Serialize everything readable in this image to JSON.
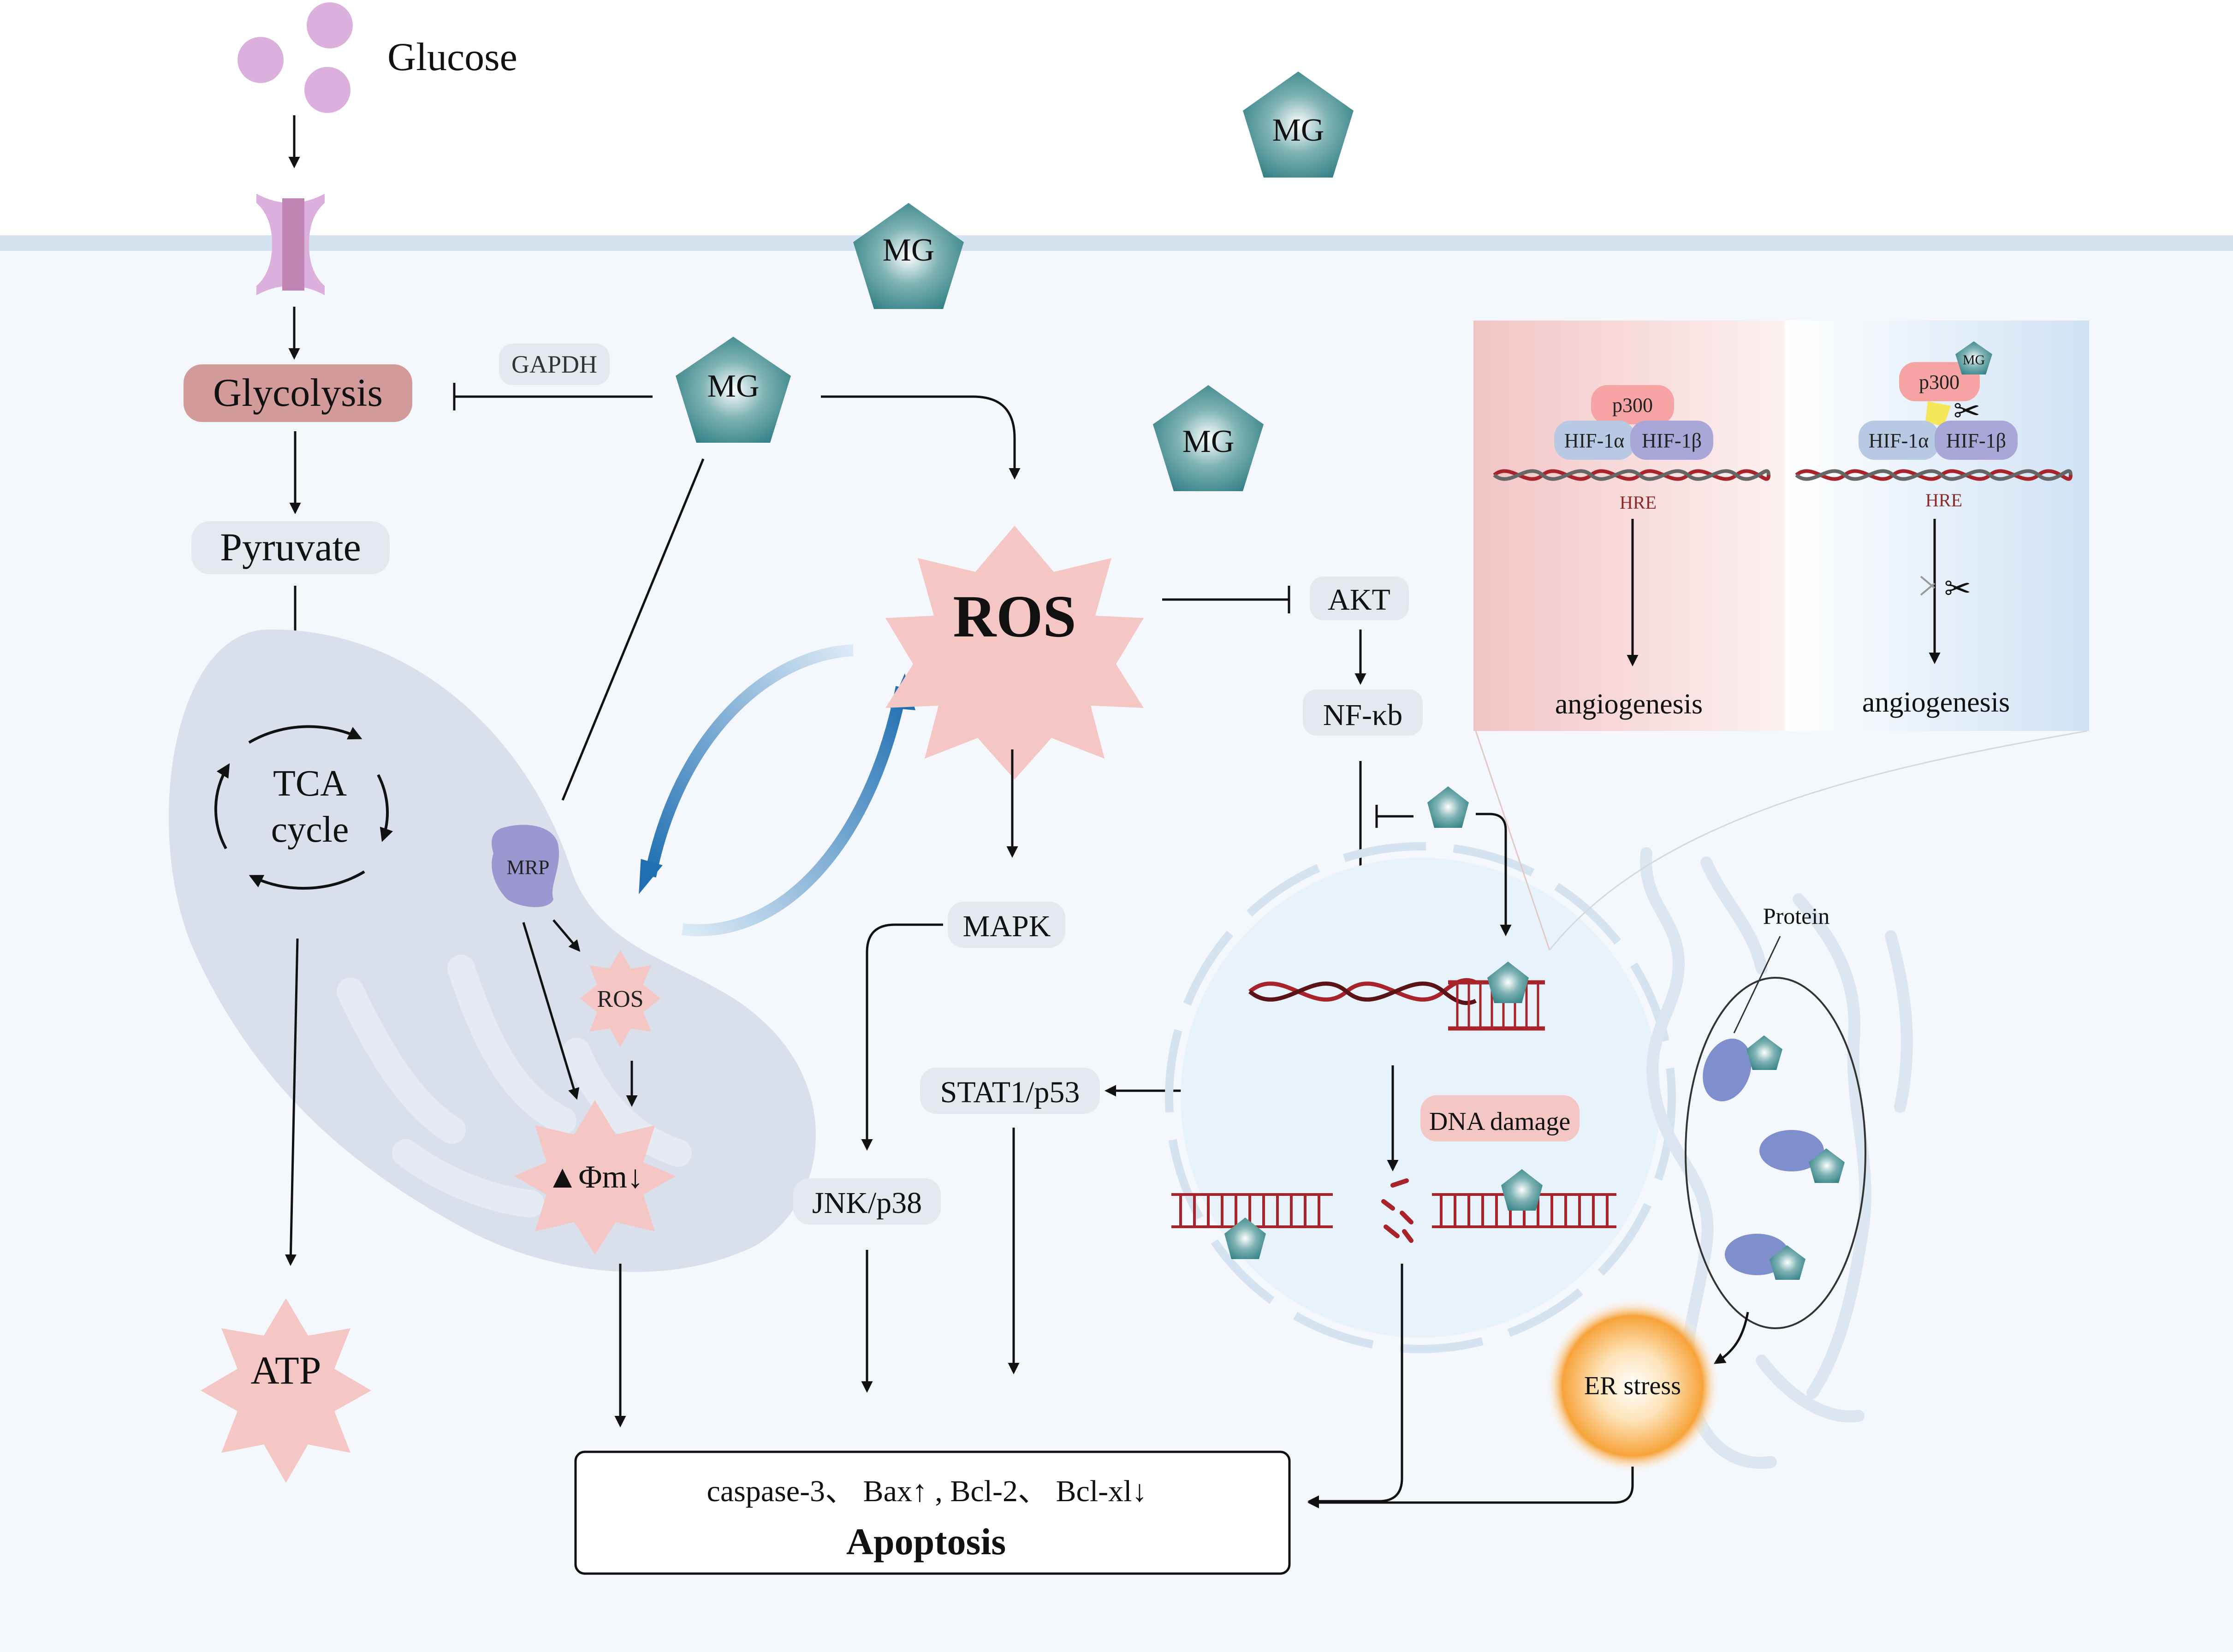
{
  "labels": {
    "glucose": "Glucose",
    "glycolysis": "Glycolysis",
    "gapdh": "GAPDH",
    "pyruvate": "Pyruvate",
    "tca_line1": "TCA",
    "tca_line2": "cycle",
    "atp": "ATP",
    "mrp": "MRP",
    "ros_small": "ROS",
    "phi_m": "▲Φm↓",
    "ros_main": "ROS",
    "mapk": "MAPK",
    "jnk_p38": "JNK/p38",
    "stat1_p53": "STAT1/p53",
    "akt": "AKT",
    "nfkb": "NF-κb",
    "dna_damage": "DNA damage",
    "protein": "Protein",
    "er_stress": "ER stress",
    "mg": "MG",
    "mg_small": "MG",
    "p300": "p300",
    "hif1a": "HIF-1α",
    "hif1b": "HIF-1β",
    "hre": "HRE",
    "angiogenesis": "angiogenesis",
    "apoptosis_markers": "caspase-3、 Bax↑ , Bcl-2、 Bcl-xl↓",
    "apoptosis": "Apoptosis"
  },
  "colors": {
    "cell_fill": "#f4f7fb",
    "membrane": "#d5e3f0",
    "pink_dot": "#dcb0dc",
    "glycolysis_fill": "#d39a9a",
    "pill_fill": "#e3e9ef",
    "star_fill": "#f4c6c4",
    "mito_fill": "#d9e0ec",
    "mrp_fill": "#9c97d0",
    "mg_teal": "#2f7e84",
    "arrow_blue": "#1f6fb2",
    "nucleus_fill": "#e7f2fb",
    "dna_red": "#a8232a",
    "er_orange": "#f5a13a"
  }
}
